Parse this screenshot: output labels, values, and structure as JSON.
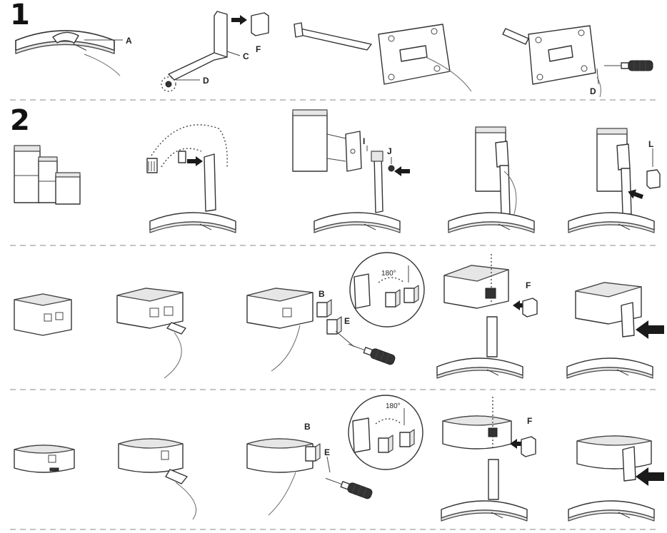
{
  "steps": {
    "step1": "1",
    "step2": "2"
  },
  "labels": {
    "a": "A",
    "c": "C",
    "d": "D",
    "f": "F",
    "i": "I",
    "j": "J",
    "l": "L",
    "b": "B",
    "e": "E"
  },
  "rotation": "180°",
  "colors": {
    "line": "#333333",
    "fill": "#ffffff",
    "shade": "#e6e6e6",
    "arrow": "#1a1a1a",
    "divider": "#888888"
  }
}
